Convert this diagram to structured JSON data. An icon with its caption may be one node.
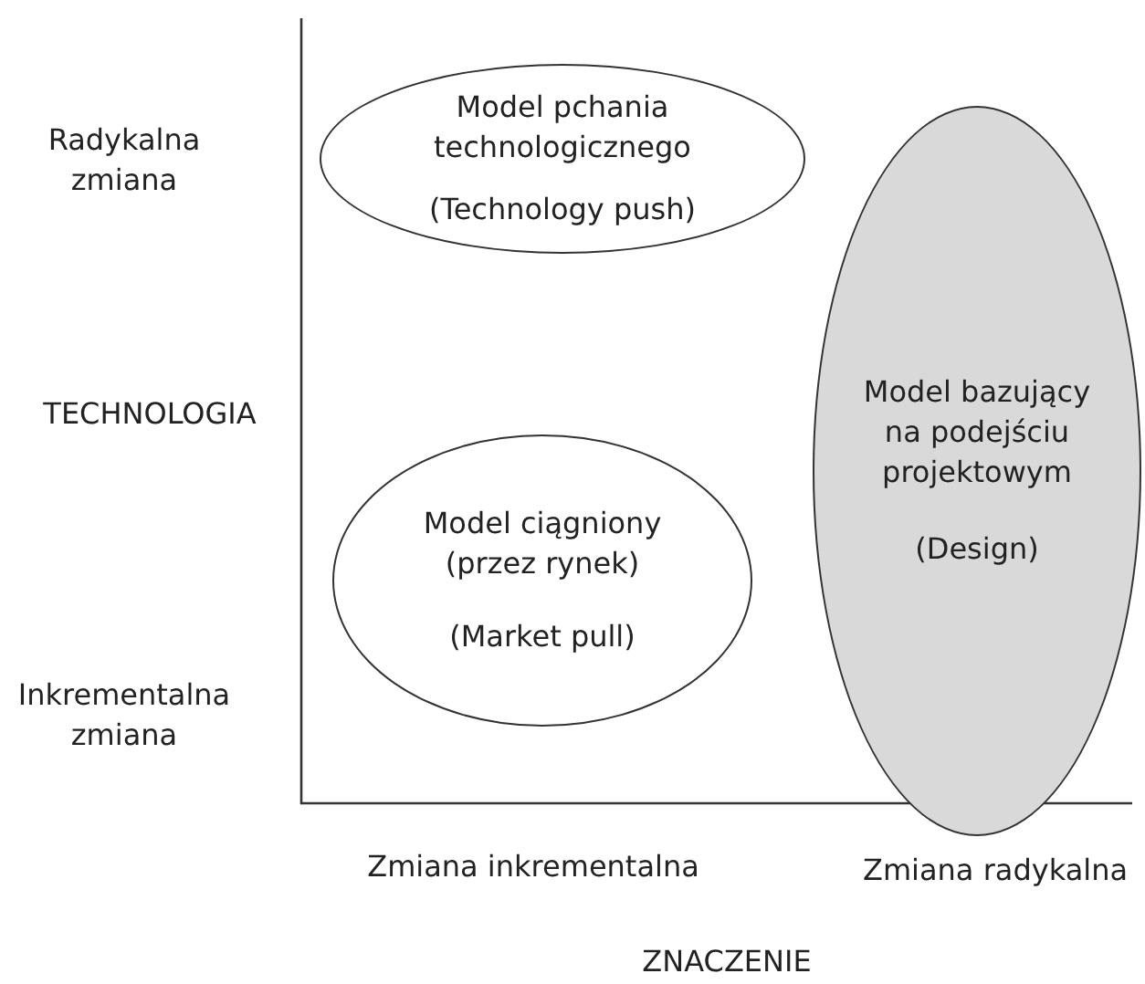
{
  "diagram": {
    "nodes": [
      {
        "text": [
          "Model pchania technologicznego",
          "(Technology push)"
        ]
      },
      {
        "text": [
          "Model bazujący na podejściu projektowym",
          "(Design)"
        ]
      },
      {
        "text": [
          "Model ciągniony (przez rynek)",
          "(Market pull)"
        ]
      }
    ],
    "labels": [
      "Radykalna zmiana",
      "TECHNOLOGIA",
      "Inkrementalna zmiana",
      "Zmiana inkrementalna",
      "Zmiana radykalna",
      "ZNACZENIE"
    ]
  }
}
